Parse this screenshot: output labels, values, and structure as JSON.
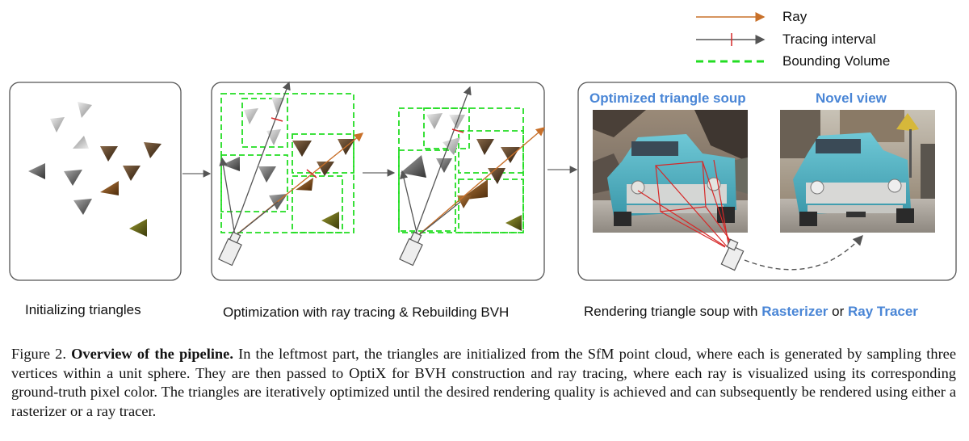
{
  "legend": {
    "ray": "Ray",
    "tracing_interval": "Tracing interval",
    "bounding_volume": "Bounding Volume"
  },
  "colors": {
    "ray": "#c8702a",
    "trace": "#555555",
    "tracing_tick": "#d62828",
    "bounding": "#22dd22",
    "accent": "#4a86d6"
  },
  "stages": {
    "initialize": "Initializing triangles",
    "optimize": "Optimization with ray tracing & Rebuilding BVH",
    "render_prefix": "Rendering triangle soup with ",
    "rasterizer": "Rasterizer",
    "or": " or ",
    "ray_tracer": "Ray Tracer"
  },
  "panels": {
    "soup_title": "Optimized triangle soup",
    "novel_title": "Novel view"
  },
  "caption": {
    "label": "Figure 2.",
    "title": "Overview of the pipeline.",
    "text": "In the leftmost part, the triangles are initialized from the SfM point cloud, where each is generated by sampling three vertices within a unit sphere. They are then passed to OptiX for BVH construction and ray tracing, where each ray is visualized using its corresponding ground-truth pixel color. The triangles are iteratively optimized until the desired rendering quality is achieved and can subsequently be rendered using either a rasterizer or a ray tracer."
  }
}
